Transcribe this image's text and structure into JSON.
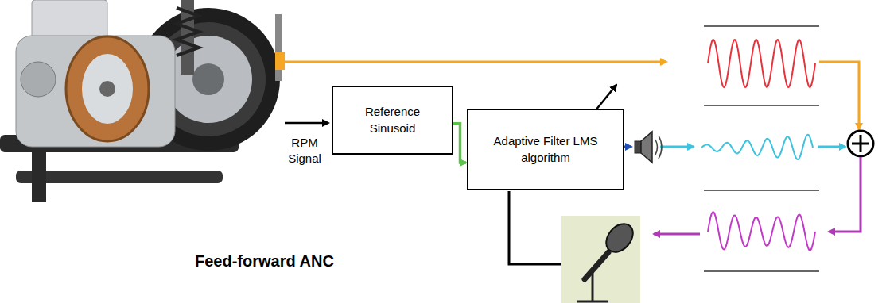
{
  "diagram": {
    "caption": "Feed-forward ANC",
    "nodes": [
      {
        "text": [
          "Reference Sinusoid"
        ]
      },
      {
        "text": [
          "Adaptive Filter LMS algorithm"
        ]
      }
    ],
    "edges": [
      {
        "from": 0,
        "to": 1,
        "arrow": "to"
      }
    ],
    "labels": [
      "RPM Signal"
    ]
  }
}
